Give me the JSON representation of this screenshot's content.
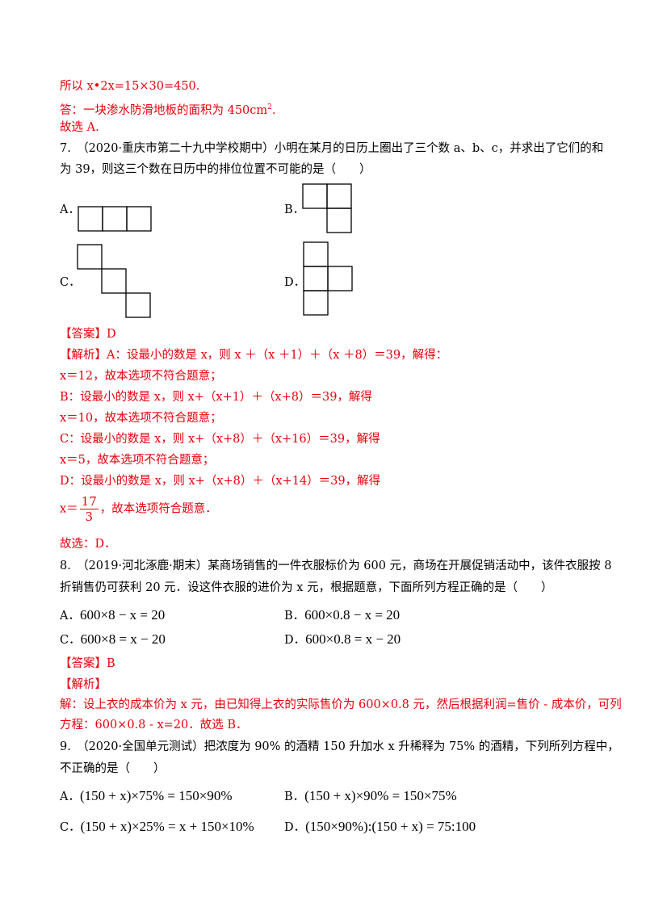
{
  "prev": {
    "line1": "所以 x•2x=15×30=450.",
    "line2a": "答：一块渗水防滑地板的面积为 450cm",
    "line2sup": "2",
    "line2b": ".",
    "line3": "故选 A."
  },
  "q7": {
    "stem1": "7.　（2020·重庆市第二十九中学校期中）小明在某月的日历上圈出了三个数 a、b、c，并求出了它们的和",
    "stem2": "为 39，则这三个数在日历中的排位位置不可能的是（　　）",
    "options": {
      "A": "A．",
      "B": "B．",
      "C": "C．",
      "D": "D．"
    },
    "answer": "【答案】D",
    "analysis": [
      "【解析】A：设最小的数是 x，则 x ＋（x ＋1）＋（x ＋8）＝39，解得：",
      "x＝12，故本选项不符合题意；",
      "B：设最小的数是 x，则 x+（x+1）＋（x+8）＝39，解得",
      "x＝10，故本选项不符合题意；",
      "C：设最小的数是 x，则 x+（x+8）＋（x+16）＝39，解得",
      "x＝5，故本选项不符合题意；",
      "D：设最小的数是 x，则 x+（x+8）＋（x+14）＝39，解得"
    ],
    "frac_prefix": "x＝",
    "frac_num": "17",
    "frac_den": "3",
    "frac_suffix": "，故本选项符合题意．",
    "final": "故选：D．"
  },
  "q8": {
    "stem1": "8.　（2019·河北涿鹿·期末）某商场销售的一件衣服标价为 600 元，商场在开展促销活动中，该件衣服按 8",
    "stem2": "折销售仍可获利 20 元．设这件衣服的进价为 x 元，根据题意，下面所列方程正确的是（　　）",
    "optA": "A．",
    "optA_eq": "600×8 − x = 20",
    "optB": "B．",
    "optB_eq": "600×0.8 − x = 20",
    "optC": "C．",
    "optC_eq": "600×8 = x − 20",
    "optD": "D．",
    "optD_eq": "600×0.8 = x − 20",
    "answer": "【答案】B",
    "analysis_title": "【解析】",
    "analysis1": "解：设上衣的成本价为 x 元，由已知得上衣的实际售价为 600×0.8 元，然后根据利润=售价 - 成本价，可列",
    "analysis2": "方程：600×0.8 - x=20．故选 B．"
  },
  "q9": {
    "stem1": "9.　（2020·全国单元测试）把浓度为 90% 的酒精 150 升加水 x 升稀释为 75% 的酒精，下列所列方程中，",
    "stem2": "不正确的是（　　）",
    "optA": "A．",
    "optA_eq": "(150 + x)×75% = 150×90%",
    "optB": "B．",
    "optB_eq": "(150 + x)×90% = 150×75%",
    "optC": "C．",
    "optC_eq": "(150 + x)×25% = x + 150×10%",
    "optD": "D．",
    "optD_eq": "(150×90%):(150 + x) = 75:100"
  }
}
